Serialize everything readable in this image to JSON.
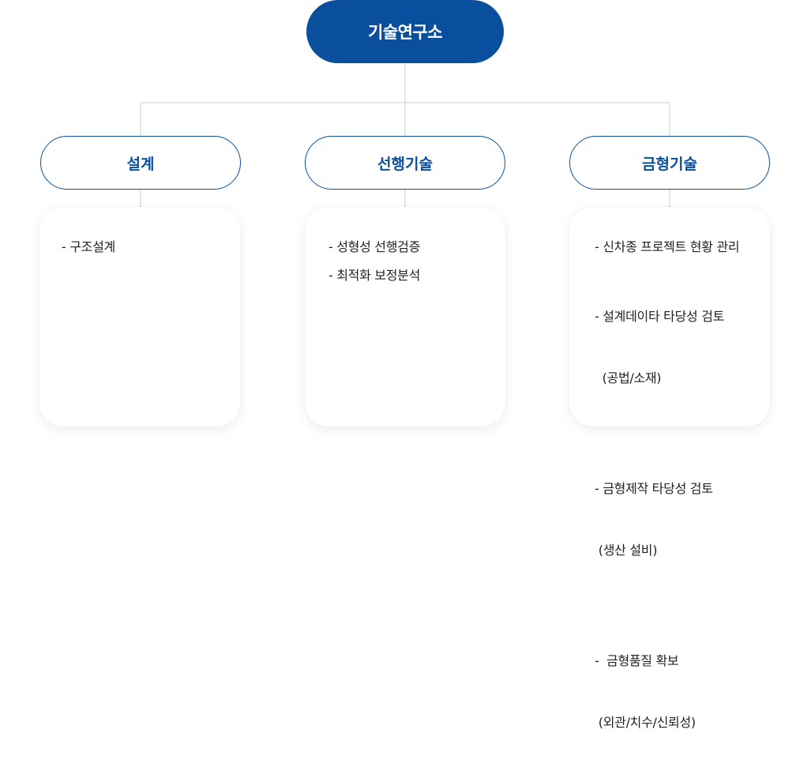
{
  "root": {
    "label": "기술연구소"
  },
  "accent_color": "#0a4f9e",
  "dot_color": "#f5a623",
  "departments": [
    {
      "label": "설계",
      "items": [
        [
          "- 구조설계"
        ]
      ]
    },
    {
      "label": "선행기술",
      "items": [
        [
          "- 성형성 선행검증"
        ],
        [
          "- 최적화 보정분석"
        ]
      ]
    },
    {
      "label": "금형기술",
      "items": [
        [
          "- 신차종 프로젝트 현황 관리"
        ],
        [
          "- 설계데이타 타당성 검토",
          "  (공법/소재)"
        ],
        [
          "- 금형제작 타당성 검토",
          " (생산 설비)"
        ],
        [
          "-  금형품질 확보",
          " (외관/치수/신뢰성)"
        ]
      ]
    }
  ]
}
